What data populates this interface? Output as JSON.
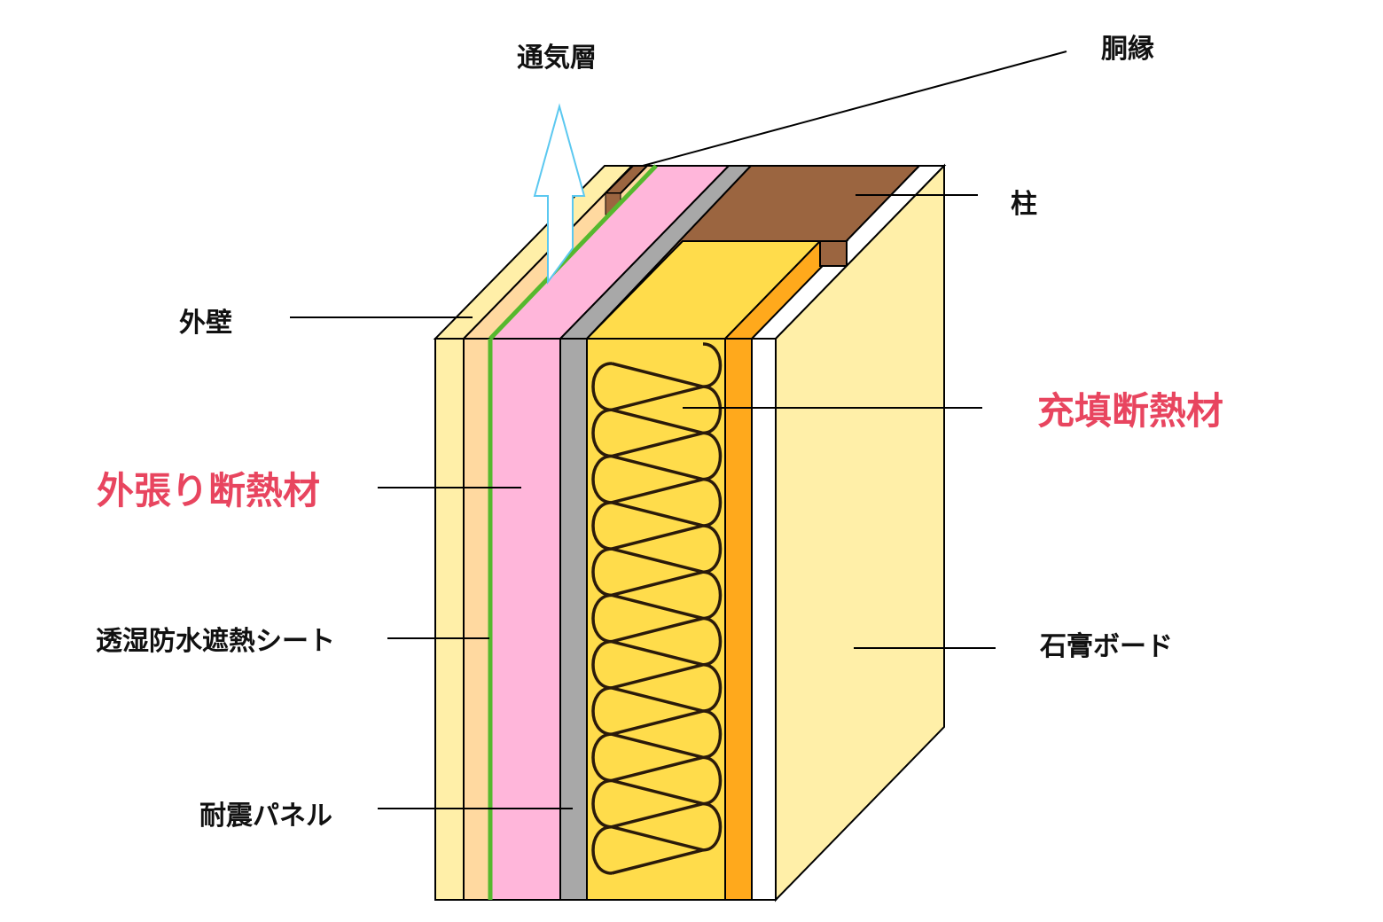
{
  "labels": {
    "vent_layer": "通気層",
    "furring": "胴縁",
    "column": "柱",
    "exterior_wall": "外壁",
    "fill_insulation": "充填断熱材",
    "exterior_insulation": "外張り断熱材",
    "moisture_sheet": "透湿防水遮熱シート",
    "gypsum_board": "石膏ボード",
    "seismic_panel": "耐震パネル"
  },
  "colors": {
    "exterior_wall": "#FFEFA8",
    "vent_layer": "#FFD9A0",
    "moisture_sheet": "#56B82E",
    "exterior_insulation": "#FFB6DA",
    "seismic_panel": "#A8A8A8",
    "fill_insulation": "#FFDC4B",
    "fill_insulation_side": "#FFA91C",
    "gypsum_board": "#FFEFA8",
    "column": "#9B6540",
    "airflow_arrow": "#5BC8F0",
    "accent_text": "#E8455F",
    "label_text": "#111111"
  },
  "icons": {
    "airflow": "up-arrow-icon"
  }
}
